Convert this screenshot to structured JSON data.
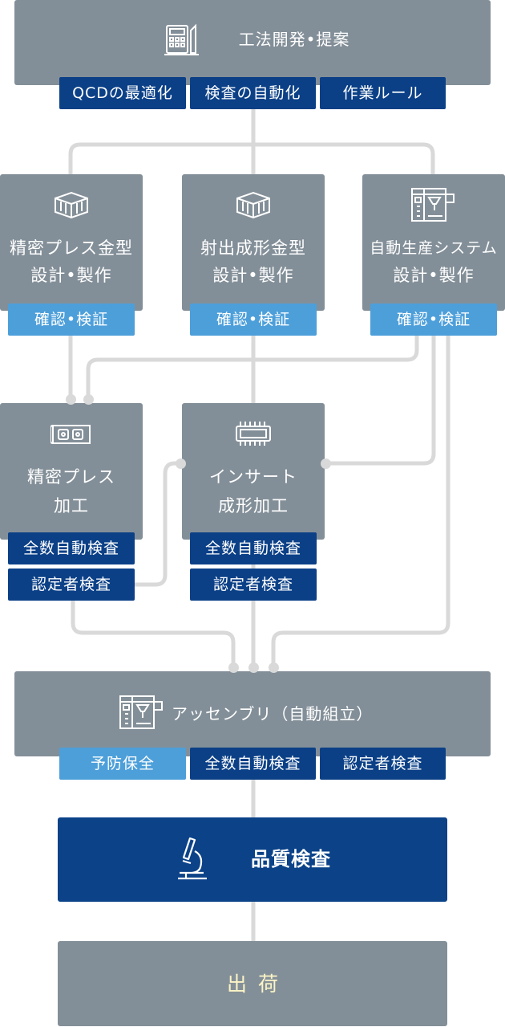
{
  "top": {
    "title": "工法開発•提案",
    "tags": [
      "QCDの最適化",
      "検査の自動化",
      "作業ルール"
    ]
  },
  "design": [
    {
      "title_lines": [
        "精密プレス金型",
        "設計•製作"
      ],
      "tag": "確認•検証",
      "icon": "mold-icon"
    },
    {
      "title_lines": [
        "射出成形金型",
        "設計•製作"
      ],
      "tag": "確認•検証",
      "icon": "mold-icon"
    },
    {
      "title_lines": [
        "自動生産システム",
        "設計•製作"
      ],
      "tag": "確認•検証",
      "icon": "machine-icon"
    }
  ],
  "process": [
    {
      "title_lines": [
        "精密プレス",
        "加工"
      ],
      "tags": [
        "全数自動検査",
        "認定者検査"
      ],
      "icon": "press-strip-icon"
    },
    {
      "title_lines": [
        "インサート",
        "成形加工"
      ],
      "tags": [
        "全数自動検査",
        "認定者検査"
      ],
      "icon": "chip-icon"
    }
  ],
  "assembly": {
    "title": "アッセンブリ（自動組立）",
    "tags": [
      "予防保全",
      "全数自動検査",
      "認定者検査"
    ],
    "icon": "machine-icon"
  },
  "quality": {
    "title": "品質検査",
    "icon": "microscope-icon"
  },
  "shipping": {
    "title": "出荷"
  }
}
